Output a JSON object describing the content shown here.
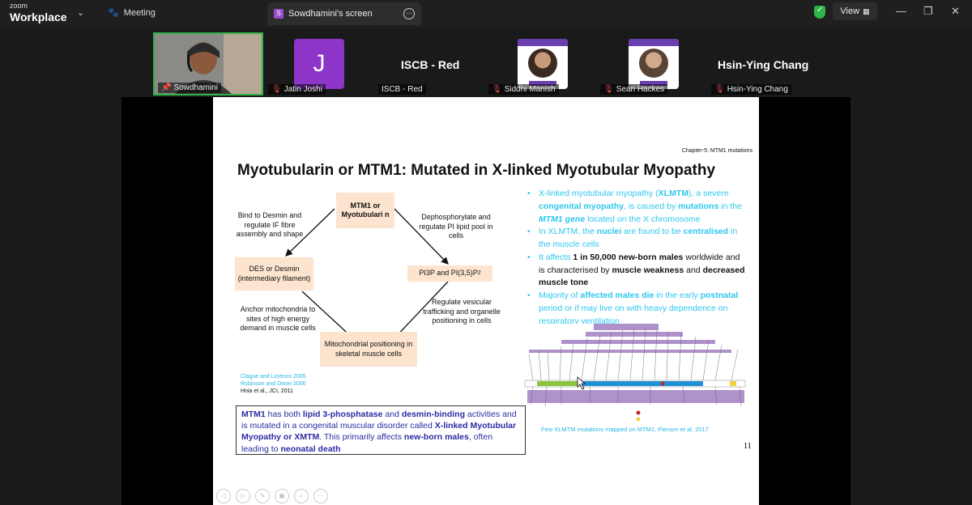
{
  "app": {
    "logo_small": "zoom",
    "logo_large": "Workplace"
  },
  "titlebar": {
    "meeting_label": "Meeting",
    "share_tab_title": "Sowdhamini's screen",
    "share_tab_initial": "S",
    "view_label": "View"
  },
  "participants": [
    {
      "name": "Sowdhamini",
      "muted": false
    },
    {
      "name": "Jatin Joshi",
      "initial": "J",
      "muted": true
    },
    {
      "name": "ISCB - Red",
      "display": "ISCB - Red",
      "muted": false
    },
    {
      "name": "Siddhi Manish",
      "muted": true
    },
    {
      "name": "Sean Hackes",
      "muted": true
    },
    {
      "name": "Hsin-Ying Chang",
      "display": "Hsin-Ying Chang",
      "muted": true
    }
  ],
  "slide": {
    "chapter": "Chapter-5: MTM1 mutations",
    "title": "Myotubularin or MTM1: Mutated in X-linked Myotubular Myopathy",
    "diagram": {
      "top_box": "MTM1 or Myotubulari n",
      "left_label": "Bind to Desmin and regulate IF fibre assembly and shape",
      "right_label": "Dephosphorylate and regulate PI lipid pool in cells",
      "left_box": "DES or Desmin (intermediary filament)",
      "right_box": "PI3P and PI(3,5)P",
      "right_box_sub": "2",
      "left_bottom_label": "Anchor mitochondria to sites of high energy demand in muscle cells",
      "right_bottom_label": "Regulate vesicular trafficking and organelle positioning in cells",
      "bottom_box": "Mitochondrial positioning in skeletal muscle cells"
    },
    "citations": [
      "Clague and Lorenzo 2005",
      "Robinson and Dixon 2006",
      "Hnia et al., JCI, 2011"
    ],
    "bullets": {
      "b1": [
        "X-linked myotubular myopathy (",
        "XLMTM",
        "), a severe ",
        "congenital myopathy",
        ", is caused by ",
        "mutations",
        " in the ",
        "MTM1 gene",
        " located on the X chromosome"
      ],
      "b2": [
        "In XLMTM, the ",
        "nuclei",
        " are found to be ",
        "centralised",
        " in the muscle cells"
      ],
      "b3": [
        "It affects ",
        "1 in 50,000 new-born males",
        " worldwide and is characterised by ",
        "muscle weakness",
        " and ",
        "decreased muscle tone"
      ],
      "b4": [
        "Majority of ",
        "affected males die",
        " in the early ",
        "postnatal",
        " period or if may live on with heavy dependence on respiratory ventilation"
      ]
    },
    "summary": [
      "MTM1",
      " has both ",
      "lipid 3-phosphatase",
      " and ",
      "desmin-binding",
      " activities and is mutated in a congenital muscular disorder called ",
      "X-linked Myotubular Myopathy or XMTM",
      ". This primarily affects ",
      "new-born males",
      ", often leading to ",
      "neonatal death"
    ],
    "figure_caption": "Few XLMTM mutations mapped on MTM1, Pierson et al. 2017",
    "page_number": "11"
  },
  "colors": {
    "accent_cyan": "#2ec7ee",
    "summary_blue": "#2b2ba3",
    "box_fill": "#fce4cf",
    "active_speaker": "#2fb44a",
    "avatar_purple": "#8c35c8"
  }
}
